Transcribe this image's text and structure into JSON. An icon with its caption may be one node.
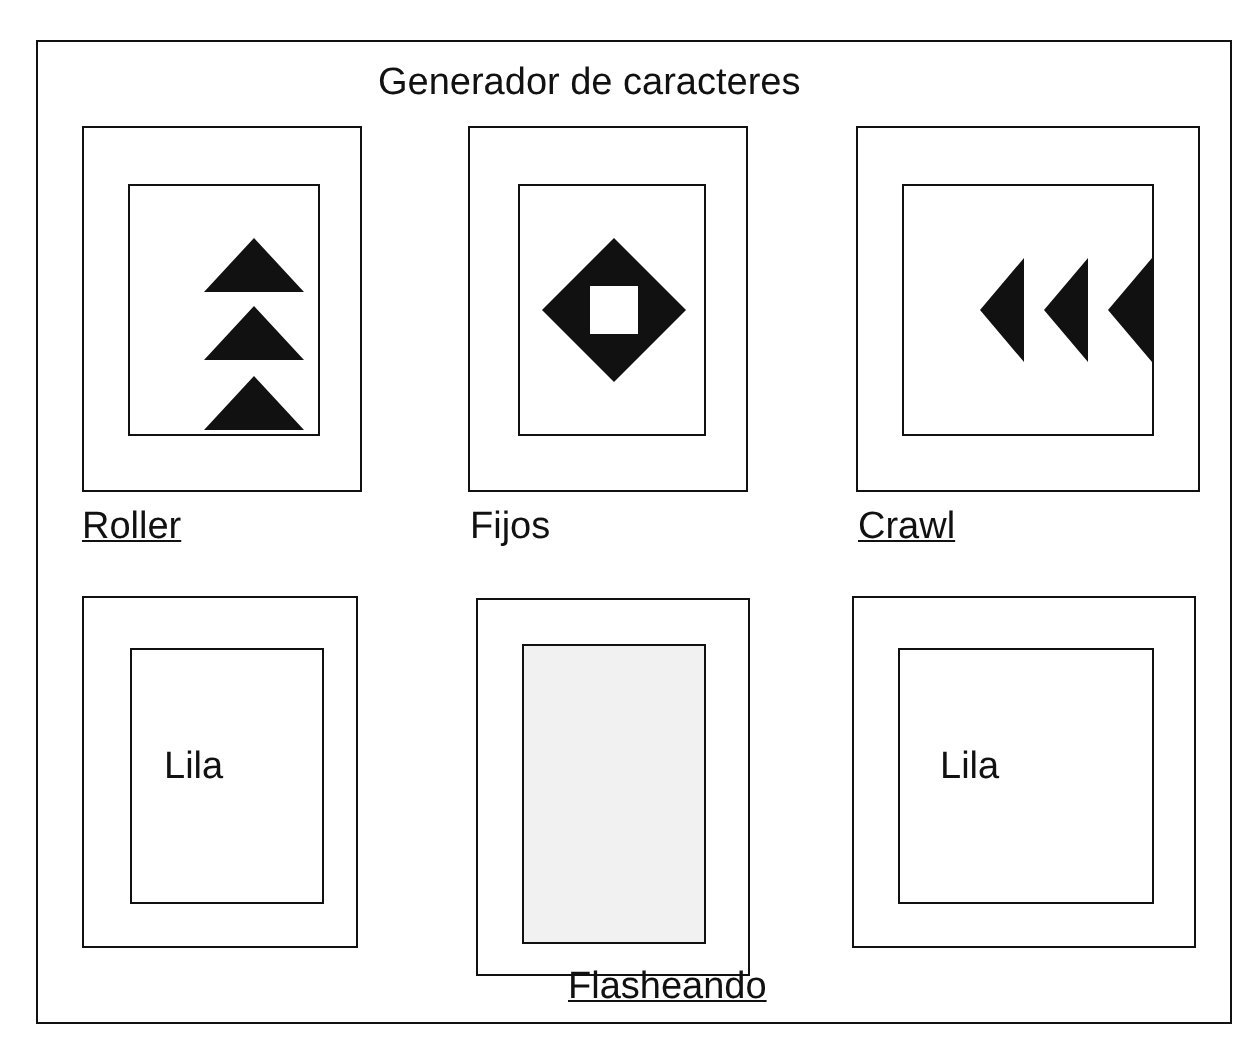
{
  "diagram": {
    "nodes": [
      {
        "text": [
          "Generador de caracteres"
        ]
      },
      {
        "text": [],
        "shape": "box",
        "in": 0,
        "beside": [
          "Roller"
        ]
      },
      {
        "text": [],
        "shape": "box",
        "in": 1
      },
      {
        "text": [],
        "shape": "box",
        "in": 0,
        "beside": [
          "Fijos"
        ]
      },
      {
        "text": [],
        "shape": "box",
        "in": 3
      },
      {
        "text": [],
        "shape": "box",
        "in": 0,
        "beside": [
          "Crawl"
        ]
      },
      {
        "text": [],
        "shape": "box",
        "in": 5
      },
      {
        "text": [],
        "shape": "box",
        "in": 0
      },
      {
        "text": [
          "Lila"
        ],
        "in": 7
      },
      {
        "text": [],
        "shape": "box",
        "in": 0,
        "beside": [
          "Flasheando"
        ]
      },
      {
        "text": [],
        "shape": "box",
        "in": 9
      },
      {
        "text": [],
        "shape": "box",
        "in": 0
      },
      {
        "text": [
          "Lila"
        ],
        "in": 11
      }
    ]
  }
}
